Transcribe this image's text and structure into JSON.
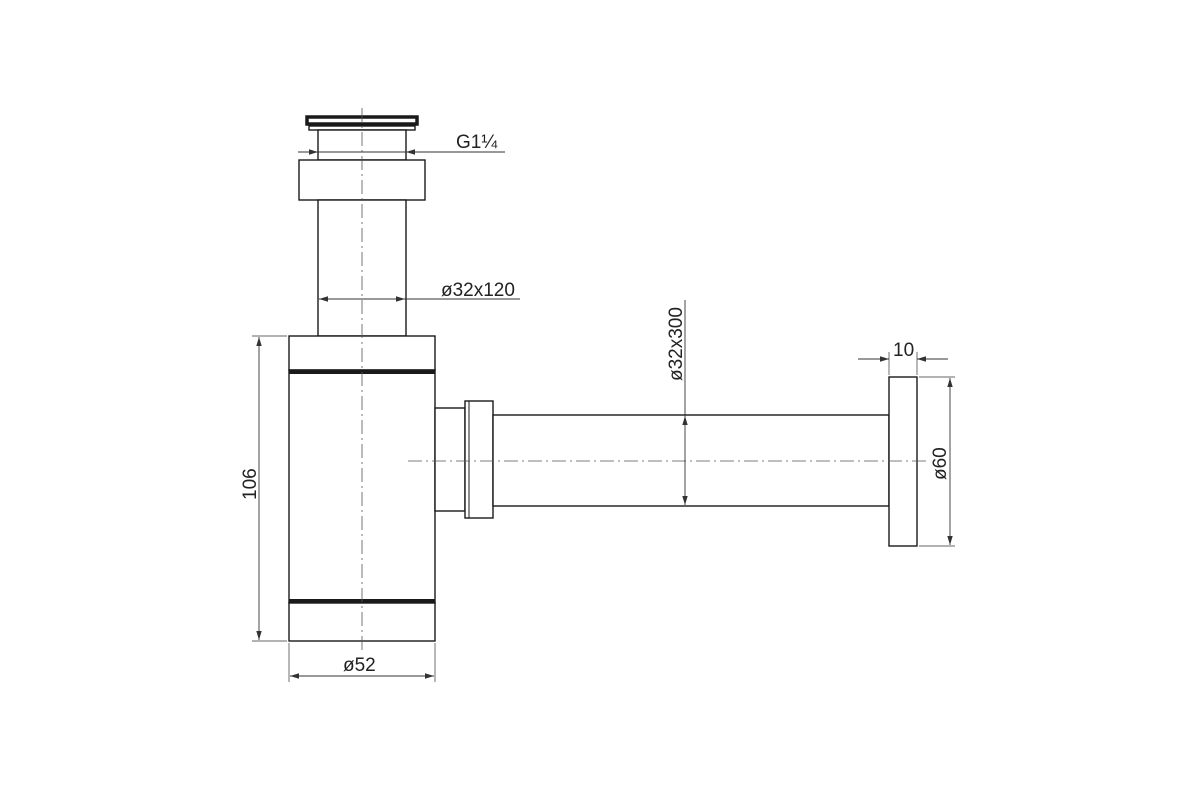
{
  "dimensions": {
    "thread": "G1¼",
    "tube_vertical": "ø32x120",
    "tube_horizontal": "ø32x300",
    "flange_thickness": "10",
    "flange_diameter": "ø60",
    "body_height": "106",
    "body_diameter": "ø52"
  }
}
